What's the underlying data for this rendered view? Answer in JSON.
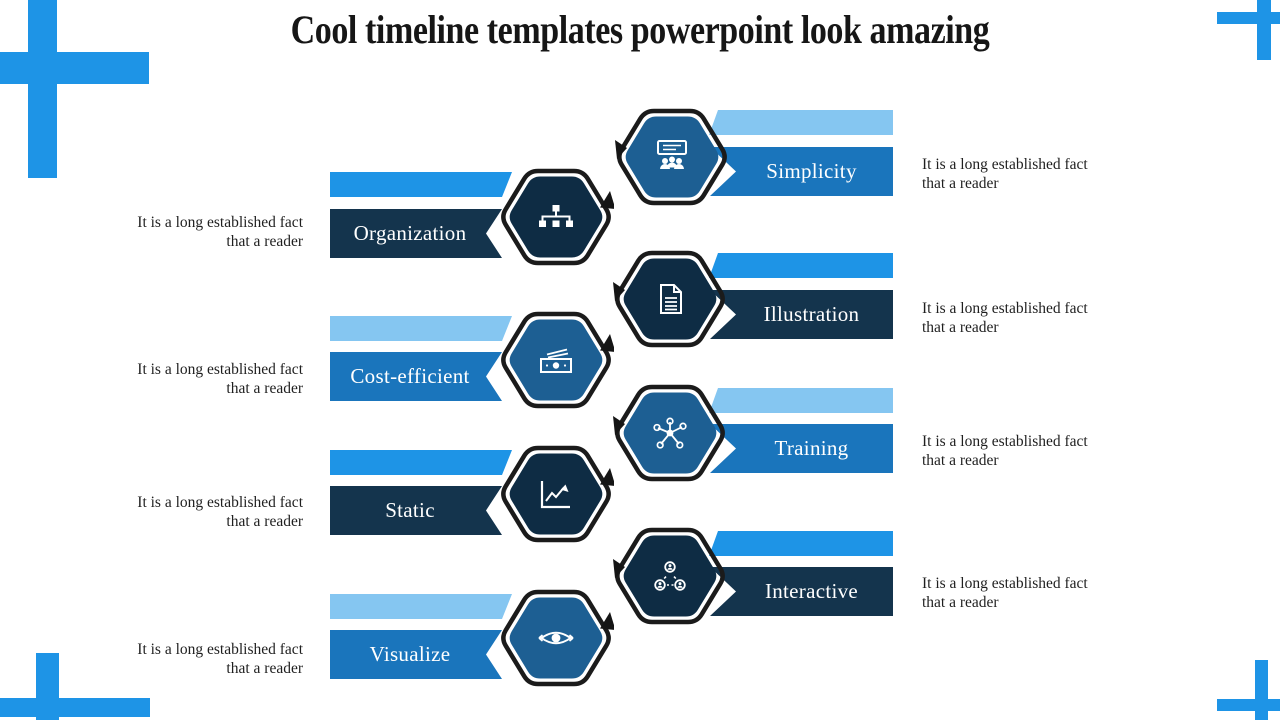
{
  "slide": {
    "title": "Cool timeline templates powerpoint look amazing"
  },
  "colors": {
    "bright_blue": "#1e94e6",
    "sky_blue": "#85c6f1",
    "medium_blue": "#1a75bc",
    "medium_hex": "#1d5f93",
    "navy_bar": "#14344d",
    "navy_hex": "#0e2c44",
    "ring_black": "#1b1b1b",
    "text_dark": "#1f1f1f"
  },
  "items": [
    {
      "label": "Simplicity",
      "description": "It is a long established fact that a reader",
      "side": "right",
      "theme": "blue",
      "icon": "presentation-audience-icon"
    },
    {
      "label": "Organization",
      "description": "It is a long established fact that a reader",
      "side": "left",
      "theme": "navy",
      "icon": "org-chart-icon"
    },
    {
      "label": "Illustration",
      "description": "It is a long established fact that a reader",
      "side": "right",
      "theme": "navy",
      "icon": "document-icon"
    },
    {
      "label": "Cost-efficient",
      "description": "It is a long established fact that a reader",
      "side": "left",
      "theme": "blue",
      "icon": "money-icon"
    },
    {
      "label": "Training",
      "description": "It is a long established fact that a reader",
      "side": "right",
      "theme": "blue",
      "icon": "network-icon"
    },
    {
      "label": "Static",
      "description": "It is a long established fact that a reader",
      "side": "left",
      "theme": "navy",
      "icon": "line-chart-icon"
    },
    {
      "label": "Interactive",
      "description": "It is a long established fact that a reader",
      "side": "right",
      "theme": "navy",
      "icon": "people-network-icon"
    },
    {
      "label": "Visualize",
      "description": "It is a long established fact that a reader",
      "side": "left",
      "theme": "blue",
      "icon": "eye-icon"
    }
  ]
}
